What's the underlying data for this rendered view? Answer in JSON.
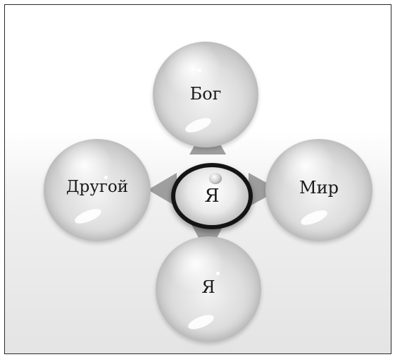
{
  "diagram": {
    "nodes": {
      "top": "Бог",
      "left": "Другой",
      "right": "Мир",
      "bottom": "Я",
      "center": "Я"
    }
  }
}
